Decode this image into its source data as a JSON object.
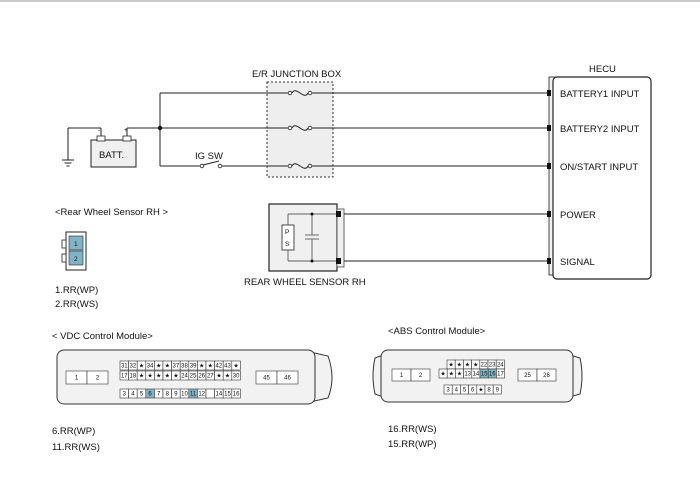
{
  "junction_box": {
    "title": "E/R JUNCTION BOX"
  },
  "hecu": {
    "title": "HECU",
    "pins": [
      "BATTERY1 INPUT",
      "BATTERY2 INPUT",
      "ON/START INPUT",
      "POWER",
      "SIGNAL"
    ]
  },
  "battery": {
    "label": "BATT."
  },
  "ig_switch": {
    "label": "IG SW"
  },
  "sensor": {
    "label": "REAR WHEEL SENSOR RH",
    "symbol_p": "P",
    "symbol_s": "S",
    "connector_title": "<Rear Wheel Sensor RH >",
    "connector_pins": [
      "1",
      "2"
    ],
    "pin_notes": [
      "1.RR(WP)",
      "2.RR(WS)"
    ]
  },
  "vdc_module": {
    "title": "< VDC Control Module>",
    "row1": [
      "31",
      "32",
      "★",
      "34",
      "★",
      "★",
      "37",
      "38",
      "39",
      "★",
      "★",
      "42",
      "43",
      "★"
    ],
    "row2": [
      "17",
      "18",
      "★",
      "★",
      "★",
      "★",
      "★",
      "24",
      "25",
      "26",
      "27",
      "★",
      "★",
      "30"
    ],
    "row3": [
      "3",
      "4",
      "5",
      "6",
      "7",
      "8",
      "9",
      "10",
      "11",
      "12",
      "",
      "14",
      "15",
      "16"
    ],
    "left_block": [
      "1",
      "2"
    ],
    "right_block": [
      "45",
      "46"
    ],
    "pin_notes": [
      "6.RR(WP)",
      "11.RR(WS)"
    ]
  },
  "abs_module": {
    "title": "<ABS Control Module>",
    "row1": [
      "★",
      "★",
      "★",
      "★",
      "22",
      "23",
      "24"
    ],
    "row2": [
      "★",
      "★",
      "★",
      "13",
      "14",
      "15",
      "16",
      "17"
    ],
    "row3": [
      "3",
      "4",
      "5",
      "6",
      "★",
      "8",
      "9"
    ],
    "left_block": [
      "1",
      "2"
    ],
    "right_block": [
      "25",
      "26"
    ],
    "pin_notes": [
      "16.RR(WS)",
      "15.RR(WP)"
    ]
  },
  "colors": {
    "pin_highlight": "#7fb4c8",
    "module_fill": "#f2f2f2",
    "hecu_fill": "#ffffff"
  }
}
